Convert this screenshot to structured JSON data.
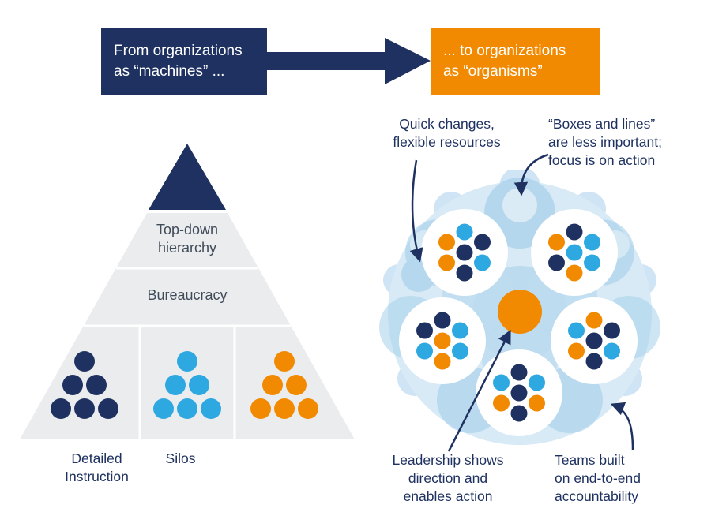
{
  "colors": {
    "navy": "#1e3160",
    "orange": "#f18a00",
    "light_blue": "#2ea8e0",
    "pyramid_gray": "#ebecee",
    "organism_blue": "#a5cfe9"
  },
  "header": {
    "machines_label": "From organizations\nas “machines” ...",
    "organisms_label": "... to organizations\nas “organisms”"
  },
  "machine": {
    "top_down": "Top-down\nhierarchy",
    "bureaucracy": "Bureaucracy",
    "detailed_instruction": "Detailed\nInstruction",
    "silos": "Silos"
  },
  "organism": {
    "quick_changes": "Quick changes,\nflexible resources",
    "boxes_lines": "“Boxes and lines”\nare less important;\nfocus is on action",
    "leadership": "Leadership shows\ndirection and\nenables action",
    "teams": "Teams built\non end-to-end\naccountability"
  }
}
